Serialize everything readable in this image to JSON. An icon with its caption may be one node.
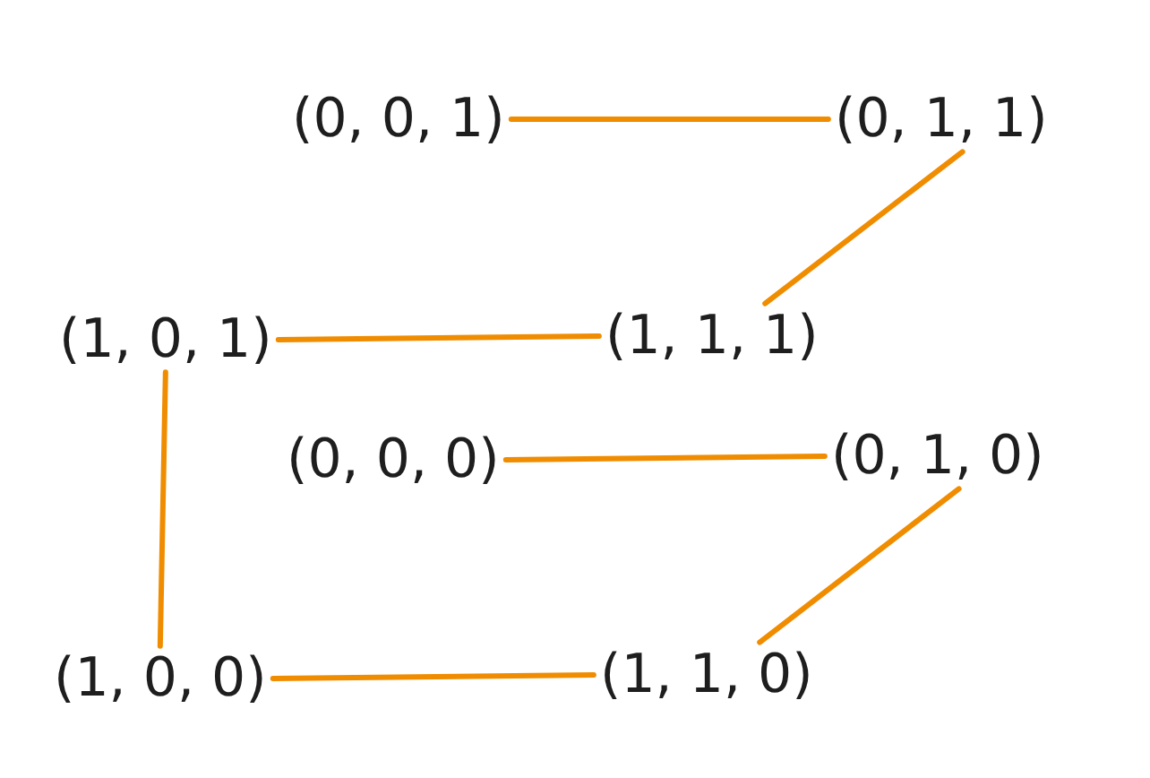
{
  "diagram": {
    "nodes": [
      {
        "text": [
          "(0, 0, 1)"
        ]
      },
      {
        "text": [
          "(0, 1, 1)"
        ]
      },
      {
        "text": [
          "(1, 0, 1)"
        ]
      },
      {
        "text": [
          "(1, 1, 1)"
        ]
      },
      {
        "text": [
          "(0, 0, 0)"
        ]
      },
      {
        "text": [
          "(0, 1, 0)"
        ]
      },
      {
        "text": [
          "(1, 0, 0)"
        ]
      },
      {
        "text": [
          "(1, 1, 0)"
        ]
      }
    ],
    "edges": [
      {
        "from": 4,
        "to": 5,
        "arrow": "none",
        "color": "#f08c00"
      },
      {
        "from": 5,
        "to": 7,
        "arrow": "none",
        "color": "#f08c00"
      },
      {
        "from": 7,
        "to": 6,
        "arrow": "none",
        "color": "#f08c00"
      },
      {
        "from": 6,
        "to": 2,
        "arrow": "none",
        "color": "#f08c00"
      },
      {
        "from": 2,
        "to": 3,
        "arrow": "none",
        "color": "#f08c00"
      },
      {
        "from": 3,
        "to": 1,
        "arrow": "none",
        "color": "#f08c00"
      },
      {
        "from": 1,
        "to": 0,
        "arrow": "none",
        "color": "#f08c00"
      }
    ]
  }
}
